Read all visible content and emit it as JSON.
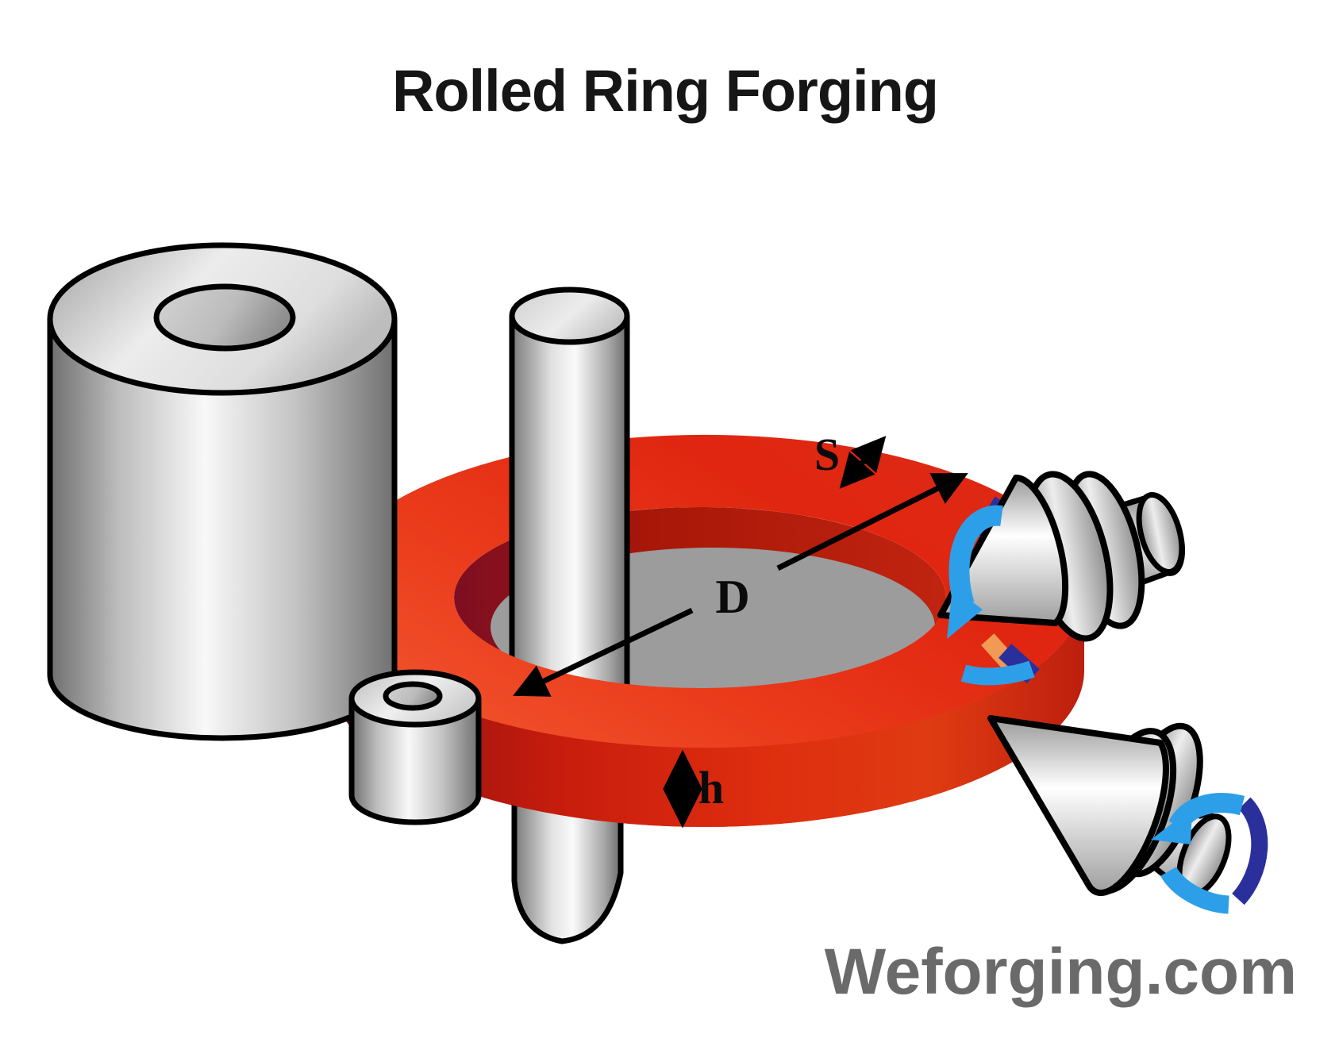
{
  "title": {
    "text": "Rolled Ring Forging"
  },
  "watermark": {
    "text": "Weforging.com"
  },
  "dimension_labels": {
    "wall_thickness": "S",
    "ring_diameter": "D",
    "ring_height": "h"
  },
  "components": {
    "hollow_billet": "large grey hollow cylinder (upset billet)",
    "mandrel": "vertical cylindrical mandrel through ring",
    "rolled_ring": "red forged ring being rolled",
    "pierced_billet": "small grey pierced cylinder",
    "upper_axial_roll": "conical roll with shaft, upper right",
    "lower_axial_roll": "conical roll with shaft, lower right"
  },
  "colors": {
    "ring_red_bright": "#ea3b1b",
    "ring_red_front": "#c91d0d",
    "ring_inner_maroon": "#7e0e22",
    "floor_grey": "#9c9c9c",
    "metal_highlight": "#f8f8f8",
    "metal_shadow": "#6f6f6f",
    "outline_black": "#000000",
    "rotation_arrow_blue": "#2d9fe8",
    "rotation_arrow_navy": "#2a2f9b",
    "rotation_arrow_orange": "#f09a55",
    "title_color": "#161616",
    "watermark_grey": "#6a6a6a"
  }
}
